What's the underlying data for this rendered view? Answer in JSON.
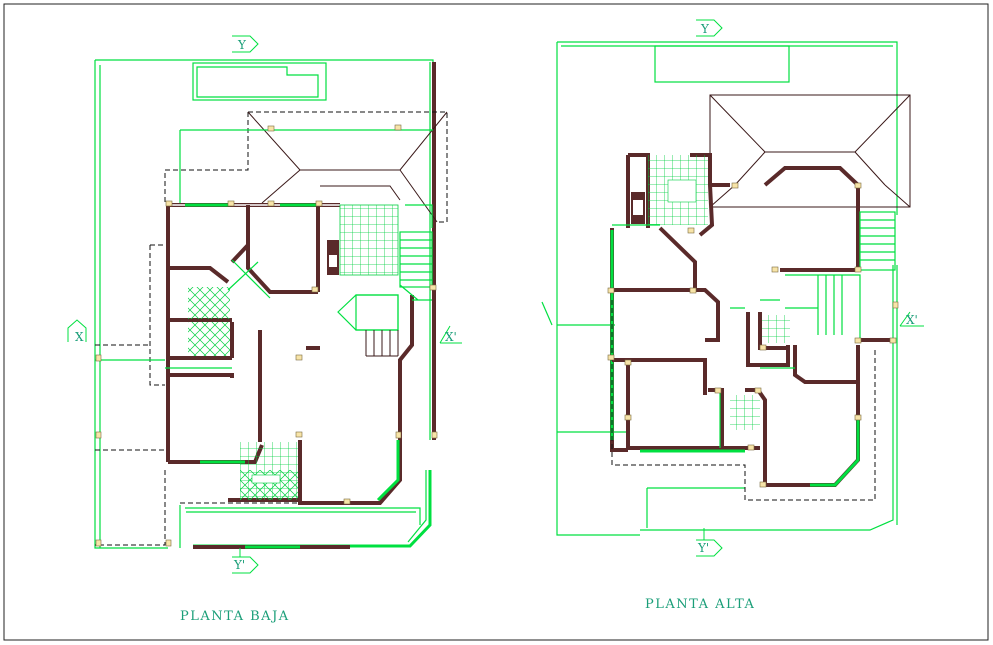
{
  "drawing": {
    "ground_floor_title": "PLANTA BAJA",
    "upper_floor_title": "PLANTA ALTA",
    "section_marks": {
      "y_top": "Y",
      "y_bottom": "Y'",
      "x_left": "X",
      "x_right": "X'"
    }
  },
  "colors": {
    "green": "#00e040",
    "wall": "#5a2a2a",
    "text": "#1a9e78",
    "dash": "#111111"
  }
}
